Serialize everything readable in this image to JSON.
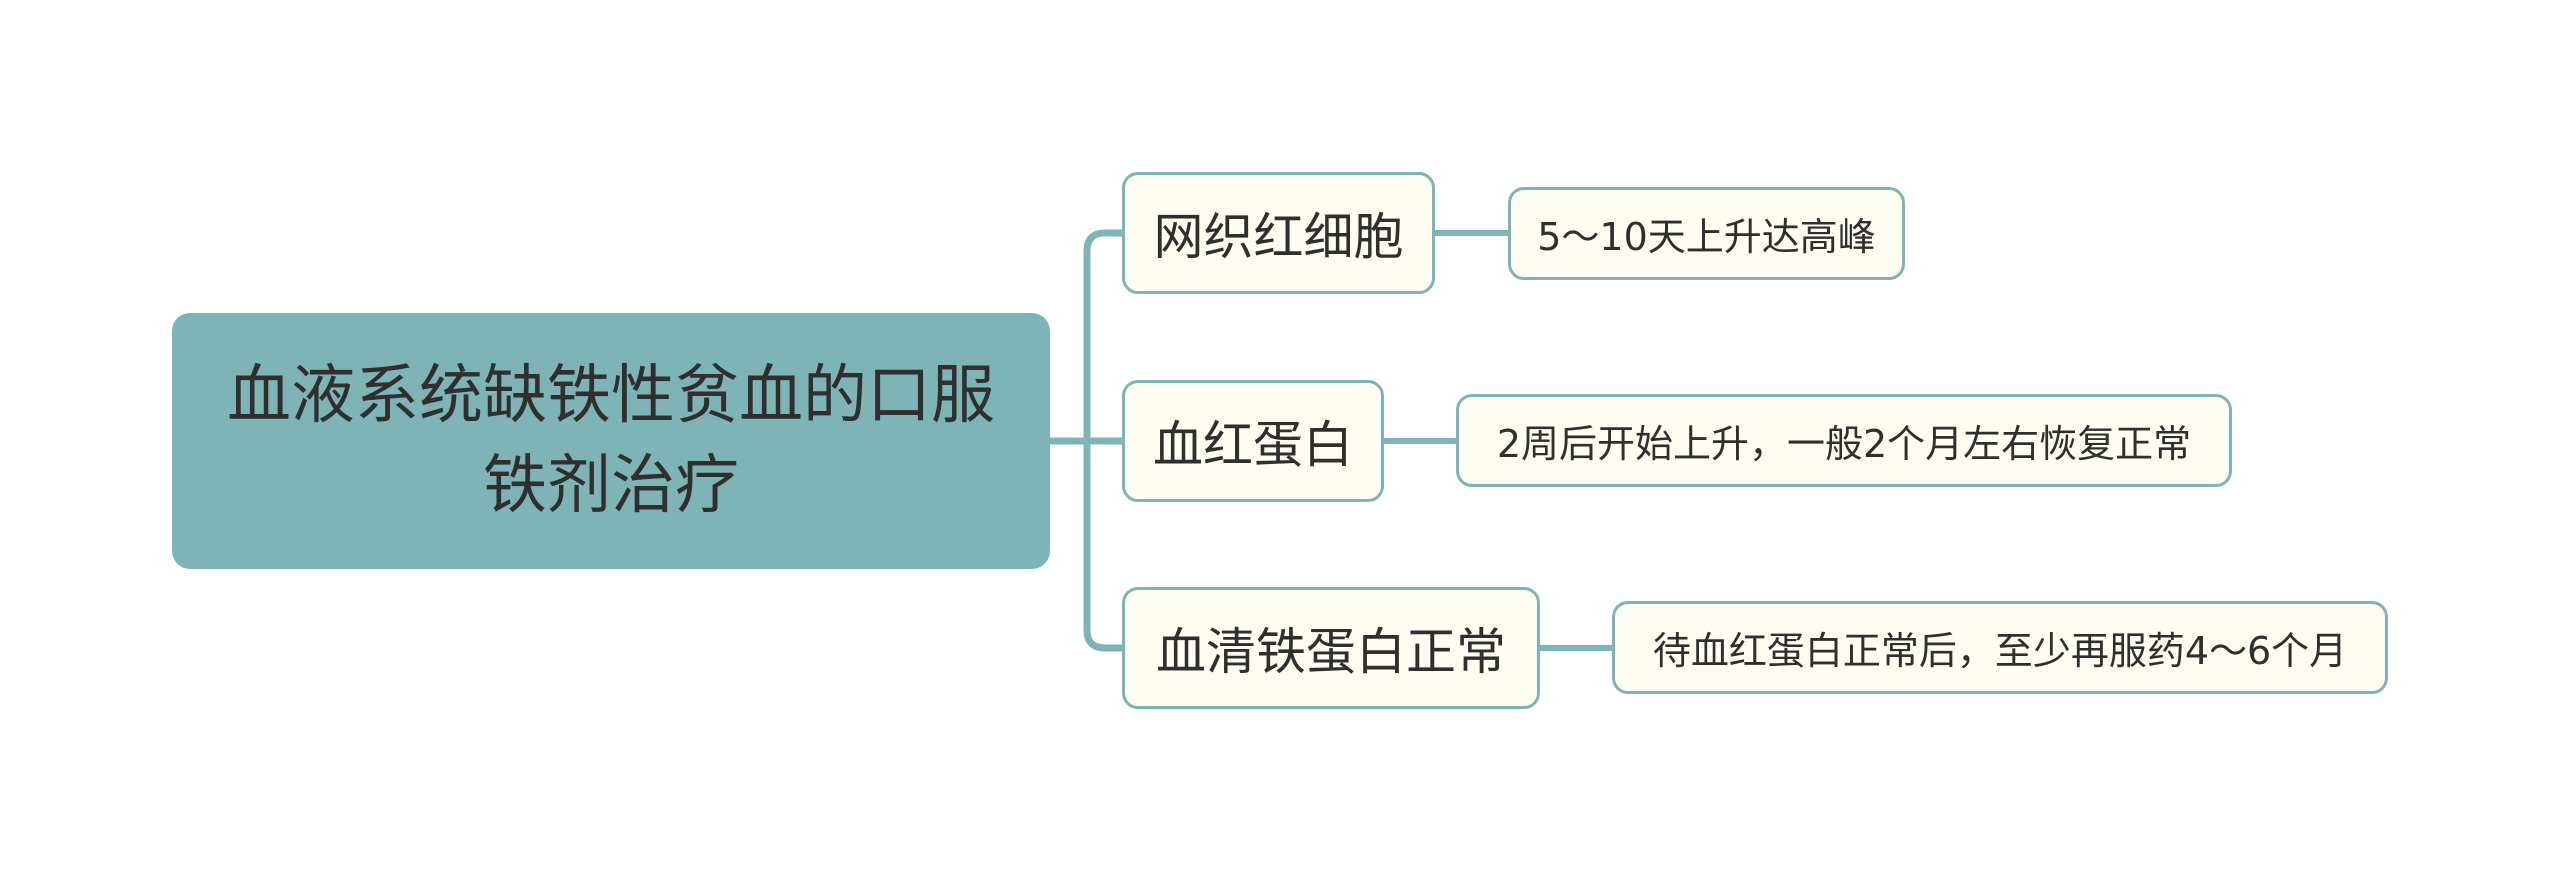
{
  "colors": {
    "root_fill": "#7fb4b6",
    "branch_fill": "#fffcf2",
    "border": "#7fb4b6",
    "connector": "#7fb4b6",
    "text": "#2f2f2f"
  },
  "root": {
    "label": "血液系统缺铁性贫血的口服铁剂治疗"
  },
  "branches": [
    {
      "label": "网织红细胞",
      "detail": "5～10天上升达高峰"
    },
    {
      "label": "血红蛋白",
      "detail": "2周后开始上升，一般2个月左右恢复正常"
    },
    {
      "label": "血清铁蛋白正常",
      "detail": "待血红蛋白正常后，至少再服药4～6个月"
    }
  ]
}
